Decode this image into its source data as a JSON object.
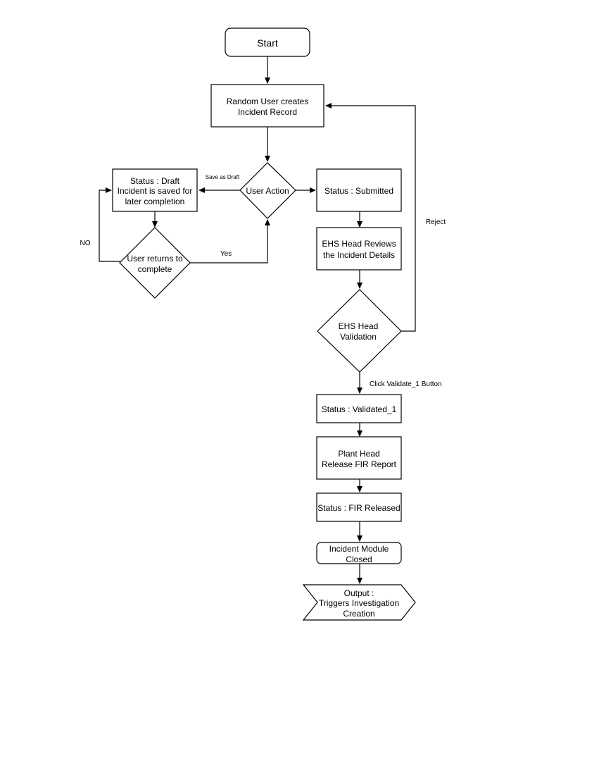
{
  "nodes": {
    "start": "Start",
    "create_line1": "Random User creates",
    "create_line2": "Incident Record",
    "user_action": "User Action",
    "draft_line1": "Status : Draft",
    "draft_line2": "Incident is saved for",
    "draft_line3": "later completion",
    "returns_line1": "User returns to",
    "returns_line2": "complete",
    "submitted": "Status : Submitted",
    "review_line1": "EHS Head Reviews",
    "review_line2": "the Incident Details",
    "validation_line1": "EHS Head",
    "validation_line2": "Validation",
    "validated": "Status : Validated_1",
    "plant_line1": "Plant Head",
    "plant_line2": "Release FIR Report",
    "fir": "Status : FIR Released",
    "closed_line1": "Incident Module",
    "closed_line2": "Closed",
    "output_line1": "Output :",
    "output_line2": "Triggers Investigation",
    "output_line3": "Creation"
  },
  "edge_labels": {
    "save_as_draft": "Save as Draft",
    "no": "NO",
    "yes": "Yes",
    "reject": "Reject",
    "click_validate": "Click Validate_1 Button"
  }
}
